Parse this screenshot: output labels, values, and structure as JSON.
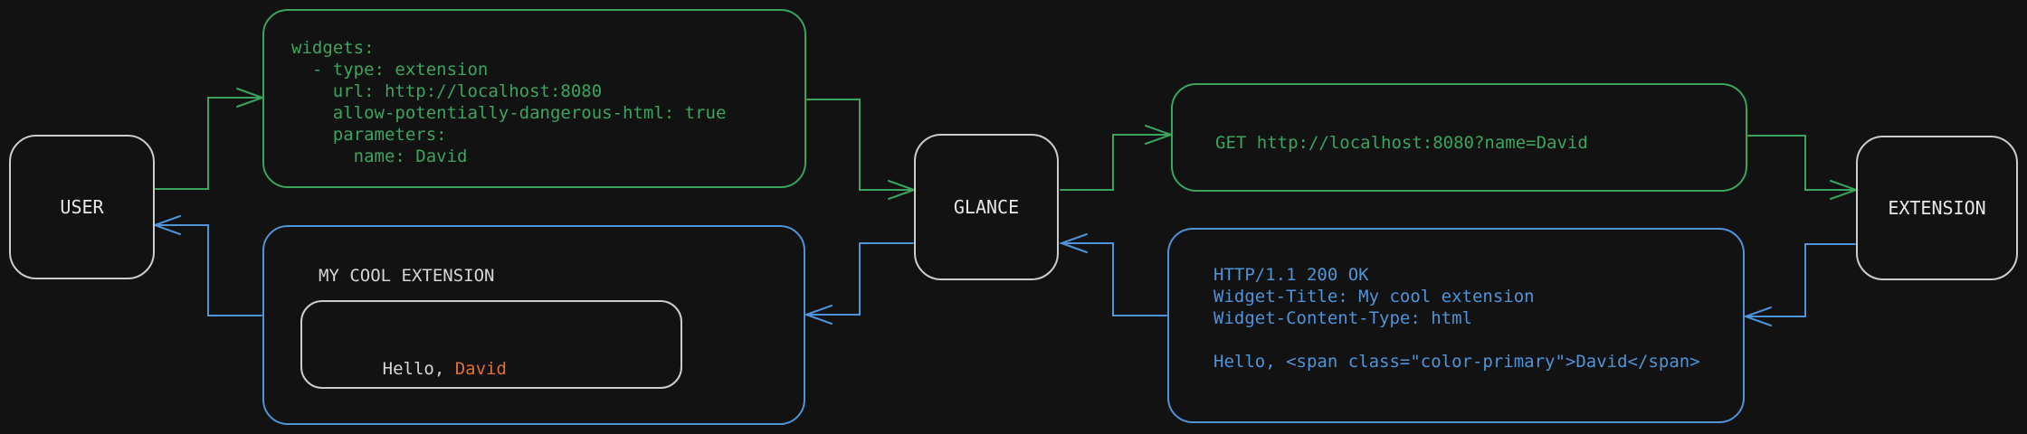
{
  "colors": {
    "bg": "#121212",
    "green": "#3aa55c",
    "blue": "#4f94d9",
    "orange": "#de7133",
    "node_border": "#cccccc",
    "text_light": "#e8e8e8",
    "text_dim": "#d6d6d6"
  },
  "nodes": {
    "user": {
      "label": "USER"
    },
    "glance": {
      "label": "GLANCE"
    },
    "extension": {
      "label": "EXTENSION"
    }
  },
  "messages": {
    "config": {
      "code": "widgets:\n  - type: extension\n    url: http://localhost:8080\n    allow-potentially-dangerous-html: true\n    parameters:\n      name: David"
    },
    "request": {
      "code": "GET http://localhost:8080?name=David"
    },
    "response": {
      "code": "HTTP/1.1 200 OK\nWidget-Title: My cool extension\nWidget-Content-Type: html\n\nHello, <span class=\"color-primary\">David</span>"
    },
    "widget_preview": {
      "title": "MY COOL EXTENSION",
      "greeting_prefix": "Hello, ",
      "greeting_name": "David"
    }
  }
}
